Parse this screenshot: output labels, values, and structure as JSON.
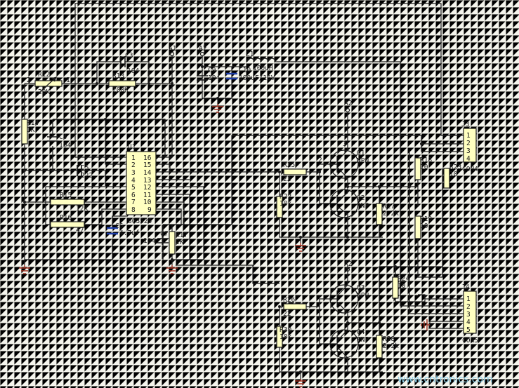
{
  "components": {
    "r12": {
      "ref": "R12",
      "value": "20K",
      "pin_left": "2",
      "pin_right": "1"
    },
    "r13": {
      "ref": "R13",
      "value": "200K"
    },
    "c3": {
      "ref": "C3",
      "value": "104"
    },
    "r14": {
      "ref": "R14",
      "value": "1K"
    },
    "c4": {
      "ref": "C4",
      "value": "104"
    },
    "c5": {
      "ref": "C5",
      "value": "222"
    },
    "r15": {
      "ref": "R15",
      "value": "12K"
    },
    "r16": {
      "ref": "R16",
      "value": "47"
    },
    "c6": {
      "ref": "C6",
      "value": "4.7uf"
    },
    "c7": {
      "ref": "C7",
      "value": "104"
    },
    "r17": {
      "ref": "R17",
      "value": "2K"
    },
    "c9": {
      "ref": "C9",
      "value": "104"
    },
    "c10": {
      "ref": "C10",
      "value": "100uF/16V"
    },
    "l1": {
      "ref": "L1",
      "value": "100uH"
    },
    "r25": {
      "ref": "R25",
      "value": "22"
    },
    "r22": {
      "ref": "R22",
      "value": "10k"
    },
    "r27": {
      "ref": "R27",
      "value": "2.2k"
    },
    "q1": {
      "ref": "Q1",
      "type": "NPN",
      "pin_base": "2",
      "pin_collector": "3"
    },
    "q2": {
      "ref": "Q2",
      "type": "PNP"
    },
    "r18": {
      "ref": "R18",
      "value": "10"
    },
    "r19": {
      "ref": "R19",
      "value": "10"
    },
    "r23": {
      "ref": "R23",
      "value": "10"
    },
    "r24": {
      "ref": "R24",
      "value": "10"
    },
    "r26": {
      "ref": "R26",
      "value": "22"
    },
    "r30": {
      "ref": "R30",
      "value": "10k"
    },
    "r28": {
      "ref": "R28",
      "value": "2.2k"
    },
    "q3": {
      "ref": "Q3",
      "type": "NPN"
    },
    "q4": {
      "ref": "Q4",
      "type": "PNP"
    }
  },
  "ic": {
    "ref": "U1",
    "part": "SG3525",
    "left_pins": [
      "1",
      "2",
      "3",
      "4",
      "5",
      "6",
      "7",
      "8"
    ],
    "right_pins": [
      "16",
      "15",
      "14",
      "13",
      "12",
      "11",
      "10",
      "9"
    ]
  },
  "connectors": {
    "j3": {
      "ref": "J3",
      "name": "CON4",
      "pins": [
        "1",
        "2",
        "3",
        "4"
      ]
    },
    "j4": {
      "ref": "J4",
      "name": "CON5",
      "pins": [
        "1",
        "2",
        "3",
        "4",
        "5"
      ]
    }
  },
  "power_labels": {
    "a1": "A1",
    "a2_top": "A2",
    "a2_q1": "A2",
    "a2_q3": "A2"
  },
  "watermark": "www.cntronics.com"
}
